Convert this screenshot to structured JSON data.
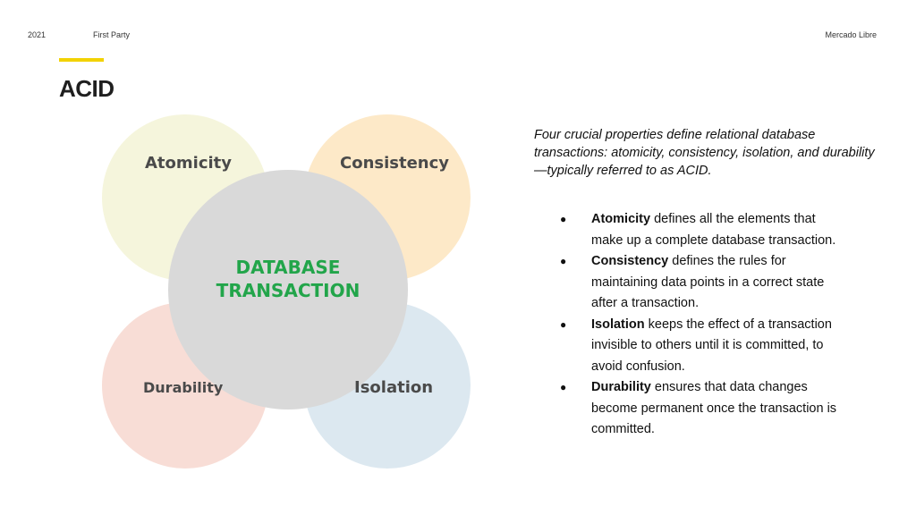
{
  "header": {
    "year": "2021",
    "category": "First Party",
    "company": "Mercado Libre"
  },
  "title": "ACID",
  "diagram": {
    "center": {
      "line1": "DATABASE",
      "line2": "TRANSACTION",
      "color": "#22a54a",
      "fill": "#d9d9d9"
    },
    "circles": [
      {
        "label": "Atomicity",
        "fill": "#f5f5dc"
      },
      {
        "label": "Consistency",
        "fill": "#fde9c8"
      },
      {
        "label": "Durability",
        "fill": "#f8ddd6"
      },
      {
        "label": "Isolation",
        "fill": "#dce8f0"
      }
    ]
  },
  "intro": "Four crucial properties define relational database transactions: atomicity, consistency, isolation, and durability—typically referred to as ACID.",
  "properties": [
    {
      "term": "Atomicity",
      "text": " defines all the elements that make up a complete database transaction."
    },
    {
      "term": "Consistency",
      "text": " defines the rules for maintaining data points in a correct state after a transaction."
    },
    {
      "term": "Isolation",
      "text": " keeps the effect of a transaction invisible to others until it is committed, to avoid confusion."
    },
    {
      "term": "Durability",
      "text": " ensures that data changes become permanent once the transaction is committed."
    }
  ],
  "accent_color": "#f2d200"
}
